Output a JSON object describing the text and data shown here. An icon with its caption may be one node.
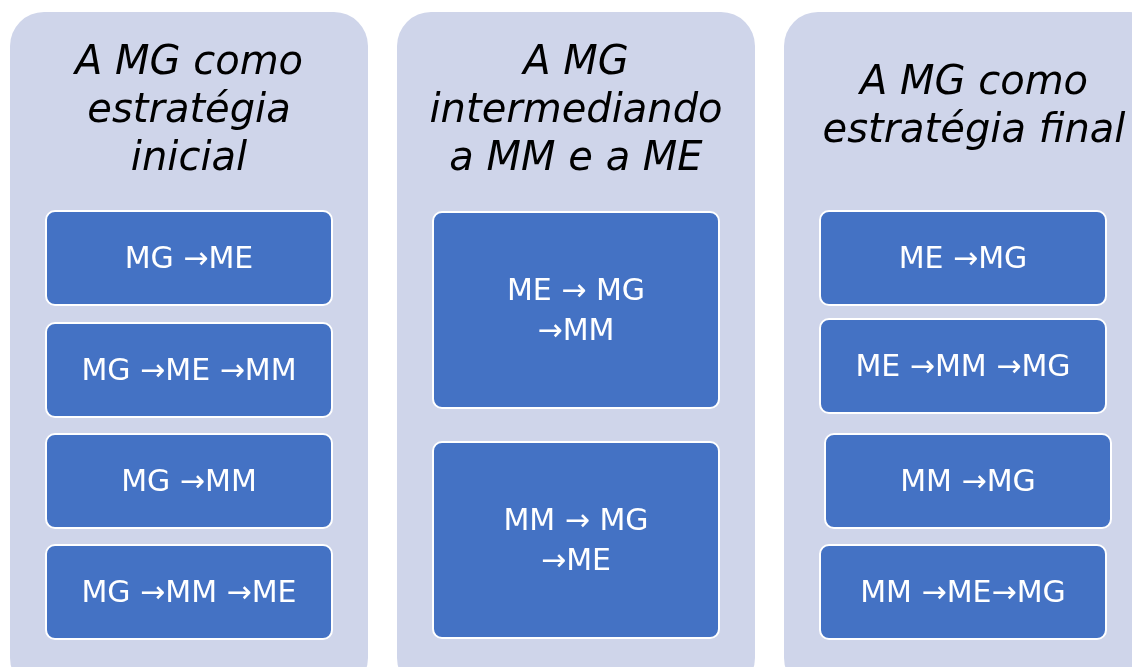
{
  "diagram": {
    "nodes": [
      {
        "text": [
          "A MG como estratégia inicial"
        ]
      },
      {
        "text": [
          "MG →ME"
        ],
        "in": 0
      },
      {
        "text": [
          "MG →ME →MM"
        ],
        "in": 0
      },
      {
        "text": [
          "MG →MM"
        ],
        "in": 0
      },
      {
        "text": [
          "MG →MM →ME"
        ],
        "in": 0
      },
      {
        "text": [
          "A MG intermediando a MM e a ME"
        ]
      },
      {
        "text": [
          "ME → MG →MM"
        ],
        "in": 5
      },
      {
        "text": [
          "MM → MG →ME"
        ],
        "in": 5
      },
      {
        "text": [
          "A MG como estratégia final"
        ]
      },
      {
        "text": [
          "ME →MG"
        ],
        "in": 8
      },
      {
        "text": [
          "ME →MM →MG"
        ],
        "in": 8
      },
      {
        "text": [
          "MM →MG"
        ],
        "in": 8
      },
      {
        "text": [
          "MM →ME→MG"
        ],
        "in": 8
      }
    ]
  }
}
